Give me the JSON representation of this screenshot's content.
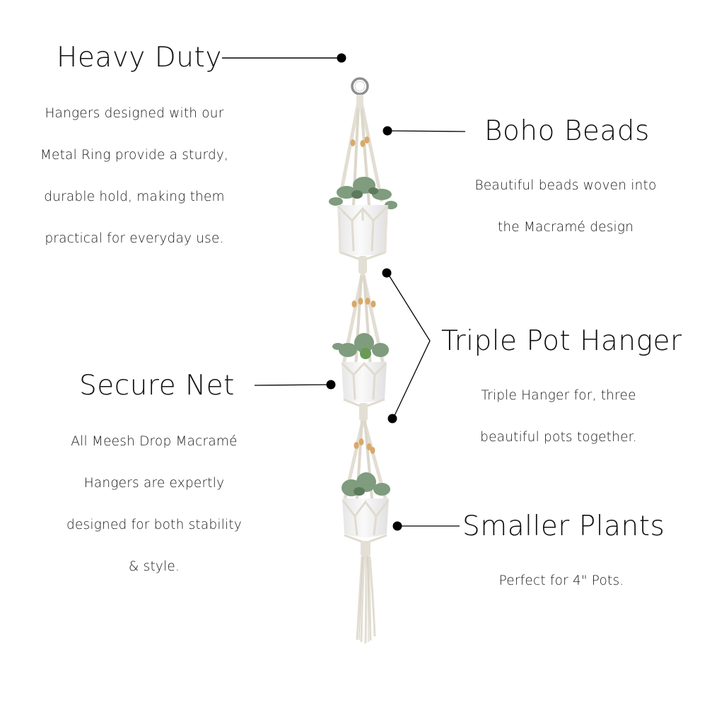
{
  "features": [
    {
      "id": "heavy-duty",
      "title": "Heavy Duty",
      "description_lines": [
        "Hangers designed with our",
        "Metal Ring provide a sturdy,",
        "durable hold, making them",
        "practical for everyday use."
      ]
    },
    {
      "id": "boho-beads",
      "title": "Boho Beads",
      "description_lines": [
        "Beautiful beads woven into",
        "the Macramé design"
      ]
    },
    {
      "id": "triple-pot-hanger",
      "title": "Triple Pot Hanger",
      "description_lines": [
        "Triple Hanger for, three",
        "beautiful pots together."
      ]
    },
    {
      "id": "secure-net",
      "title": "Secure Net",
      "description_lines": [
        "All Meesh Drop Macramé",
        "Hangers are expertly",
        "designed for both stability",
        "& style."
      ]
    },
    {
      "id": "smaller-plants",
      "title": "Smaller Plants",
      "description_lines": [
        "Perfect for 4\" Pots."
      ]
    }
  ],
  "product": {
    "name": "Triple macramé plant hanger",
    "pots": 3,
    "colors": {
      "rope": "#e9e4da",
      "rope_shadow": "#cfc9bd",
      "bead": "#d9a86a",
      "pot": "#f4f4f4",
      "pot_shade": "#e2e2e2",
      "leaf": "#7f9c7e",
      "leaf_dark": "#5d7a5c",
      "ring": "#9a9a9a"
    }
  },
  "callout_color": "#000000"
}
